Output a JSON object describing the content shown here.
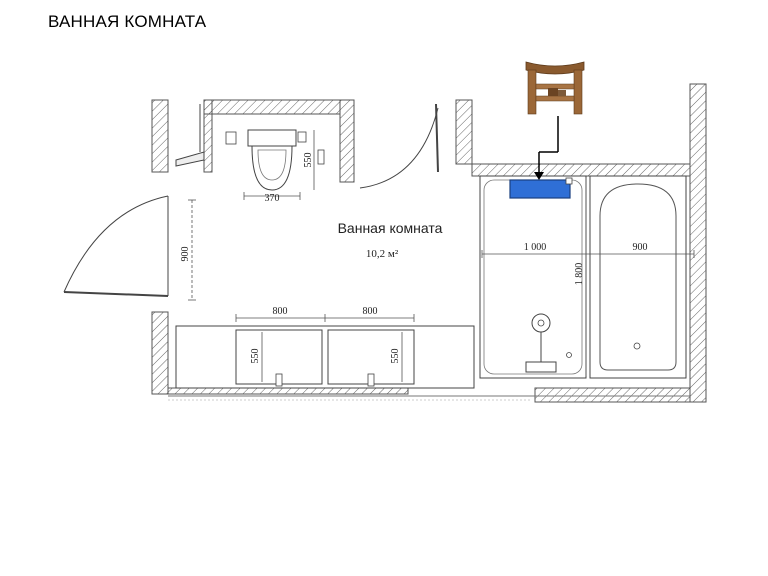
{
  "title": "ВАННАЯ КОМНАТА",
  "room": {
    "name": "Ванная комната",
    "area": "10,2 м²"
  },
  "dimensions": {
    "toilet_width": "370",
    "toilet_depth": "550",
    "door_opening": "900",
    "vanity_left_width": "800",
    "vanity_right_width": "800",
    "vanity_left_depth": "550",
    "vanity_right_depth": "550",
    "shower_width": "1 000",
    "shower_length": "1 800",
    "bath_width": "900"
  },
  "colors": {
    "wall": "#555555",
    "highlight": "#2f6fd6"
  }
}
